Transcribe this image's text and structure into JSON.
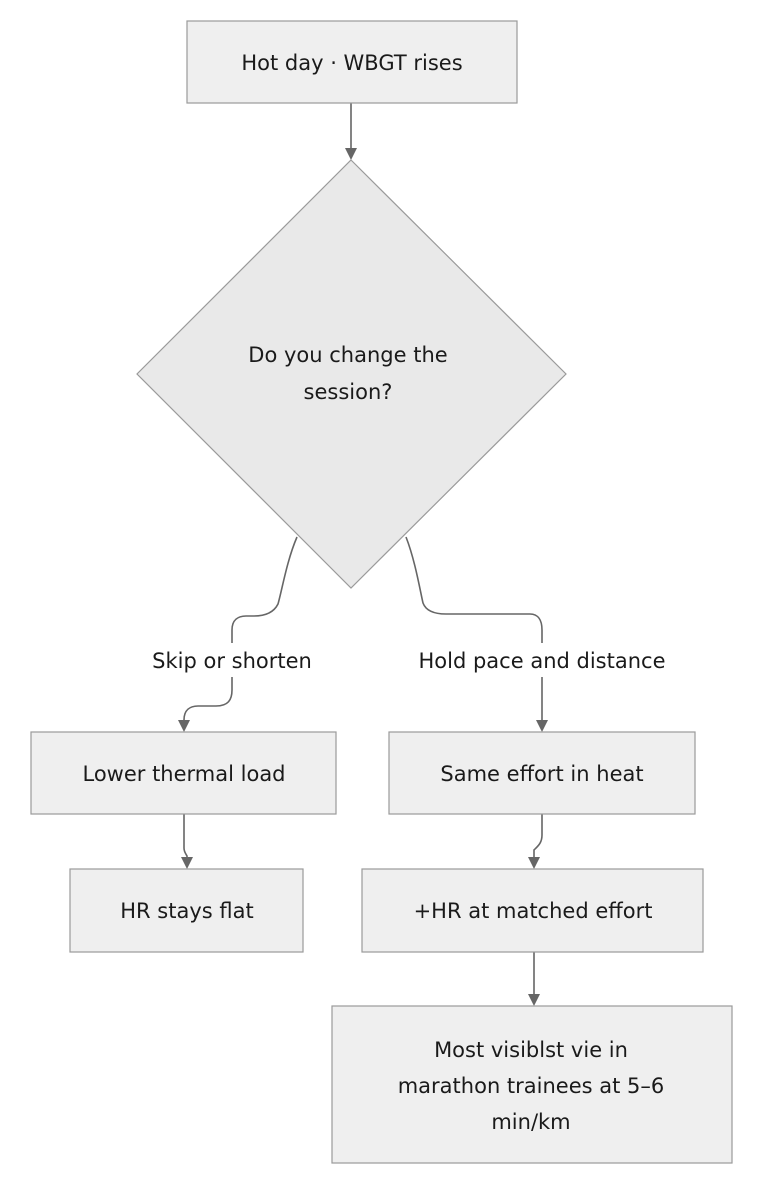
{
  "diagram": {
    "nodes": {
      "start": "Hot day · WBGT rises",
      "decision_line1": "Do you change the",
      "decision_line2": "session?",
      "lower_load": "Lower thermal load",
      "hr_flat": "HR stays flat",
      "same_effort": "Same effort in heat",
      "hr_up": "+HR at matched effort",
      "visible_line1": "Most visiblst vie in",
      "visible_line2": "marathon trainees at 5–6",
      "visible_line3": "min/km"
    },
    "edges": {
      "skip": "Skip or shorten",
      "hold": "Hold pace and distance"
    }
  }
}
